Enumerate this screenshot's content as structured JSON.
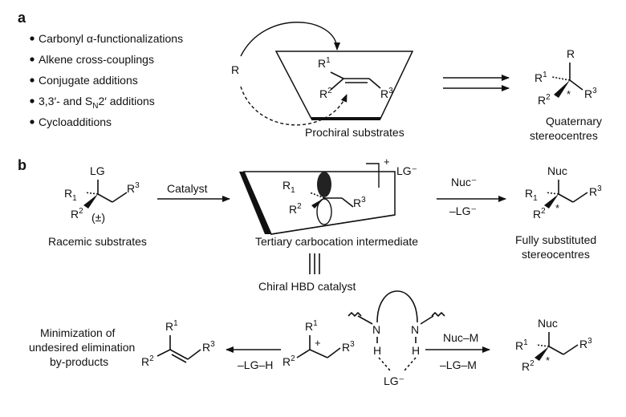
{
  "panel_a": {
    "label": "a",
    "reactions": [
      "Carbonyl α-functionalizations",
      "Alkene cross-couplings",
      "Conjugate additions",
      "3,3′- and S",
      "Cycloadditions"
    ],
    "sn2_sub": "N",
    "sn2_tail": "2′ additions",
    "nucleophile": "R",
    "substrate_caption": "Prochiral substrates",
    "product_caption_line1": "Quaternary",
    "product_caption_line2": "stereocentres"
  },
  "panel_b": {
    "label": "b",
    "lg": "LG",
    "racemic_tag": "(±)",
    "racemic_caption": "Racemic substrates",
    "catalyst_label": "Catalyst",
    "cation_charge": "+",
    "counterion": "LG⁻",
    "cation_caption": "Tertiary carbocation intermediate",
    "nuc_top": "Nuc⁻",
    "nuc_bottom": "–LG⁻",
    "nuc_label": "Nuc",
    "fully_caption_line1": "Fully substituted",
    "fully_caption_line2": "stereocentres",
    "hbd_caption": "Chiral HBD catalyst",
    "elim_caption_line1": "Minimization of",
    "elim_caption_line2": "undesired elimination",
    "elim_caption_line3": "by-products",
    "elim_arrow_label": "–LG–H",
    "nuc_m_top": "Nuc–M",
    "nuc_m_bottom": "–LG–M",
    "n_atom": "N",
    "h_atom": "H",
    "lg_anion": "LG⁻",
    "plus": "+"
  },
  "atoms": {
    "R": "R",
    "R1": "R",
    "R2": "R",
    "R3": "R",
    "s1": "1",
    "s2": "2",
    "s3": "3",
    "star": "*"
  }
}
